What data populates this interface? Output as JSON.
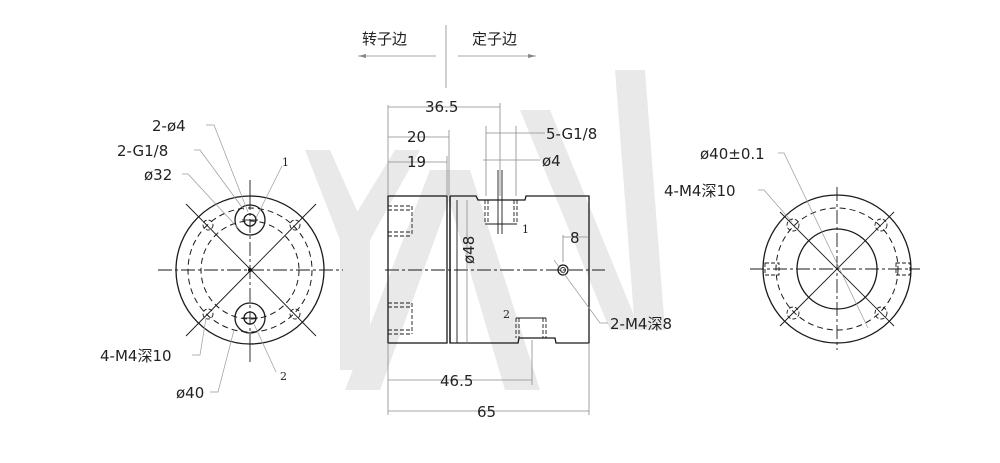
{
  "watermark": {
    "text": "YANI",
    "color": "#e9e9e9"
  },
  "header": {
    "rotor_side": "转子边",
    "stator_side": "定子边"
  },
  "left_view": {
    "callouts": {
      "hole_dia": "2-ø4",
      "port_thread": "2-G1/8",
      "pcd_inner": "ø32",
      "mount_holes": "4-M4深10",
      "pcd_outer": "ø40"
    },
    "port_labels": [
      "1",
      "2"
    ]
  },
  "side_view": {
    "dims": {
      "overall_len": "65",
      "to_port2": "46.5",
      "to_port1": "36.5",
      "rotor_len_20": "20",
      "rotor_len_19": "19",
      "diameter": "ø48",
      "hole_offset": "8"
    },
    "callouts": {
      "ports": "5-G1/8",
      "bore": "ø4",
      "side_holes": "2-M4深8"
    },
    "port_labels": [
      "1",
      "2"
    ]
  },
  "right_view": {
    "callouts": {
      "pcd": "ø40±0.1",
      "mount_holes": "4-M4深10"
    }
  }
}
